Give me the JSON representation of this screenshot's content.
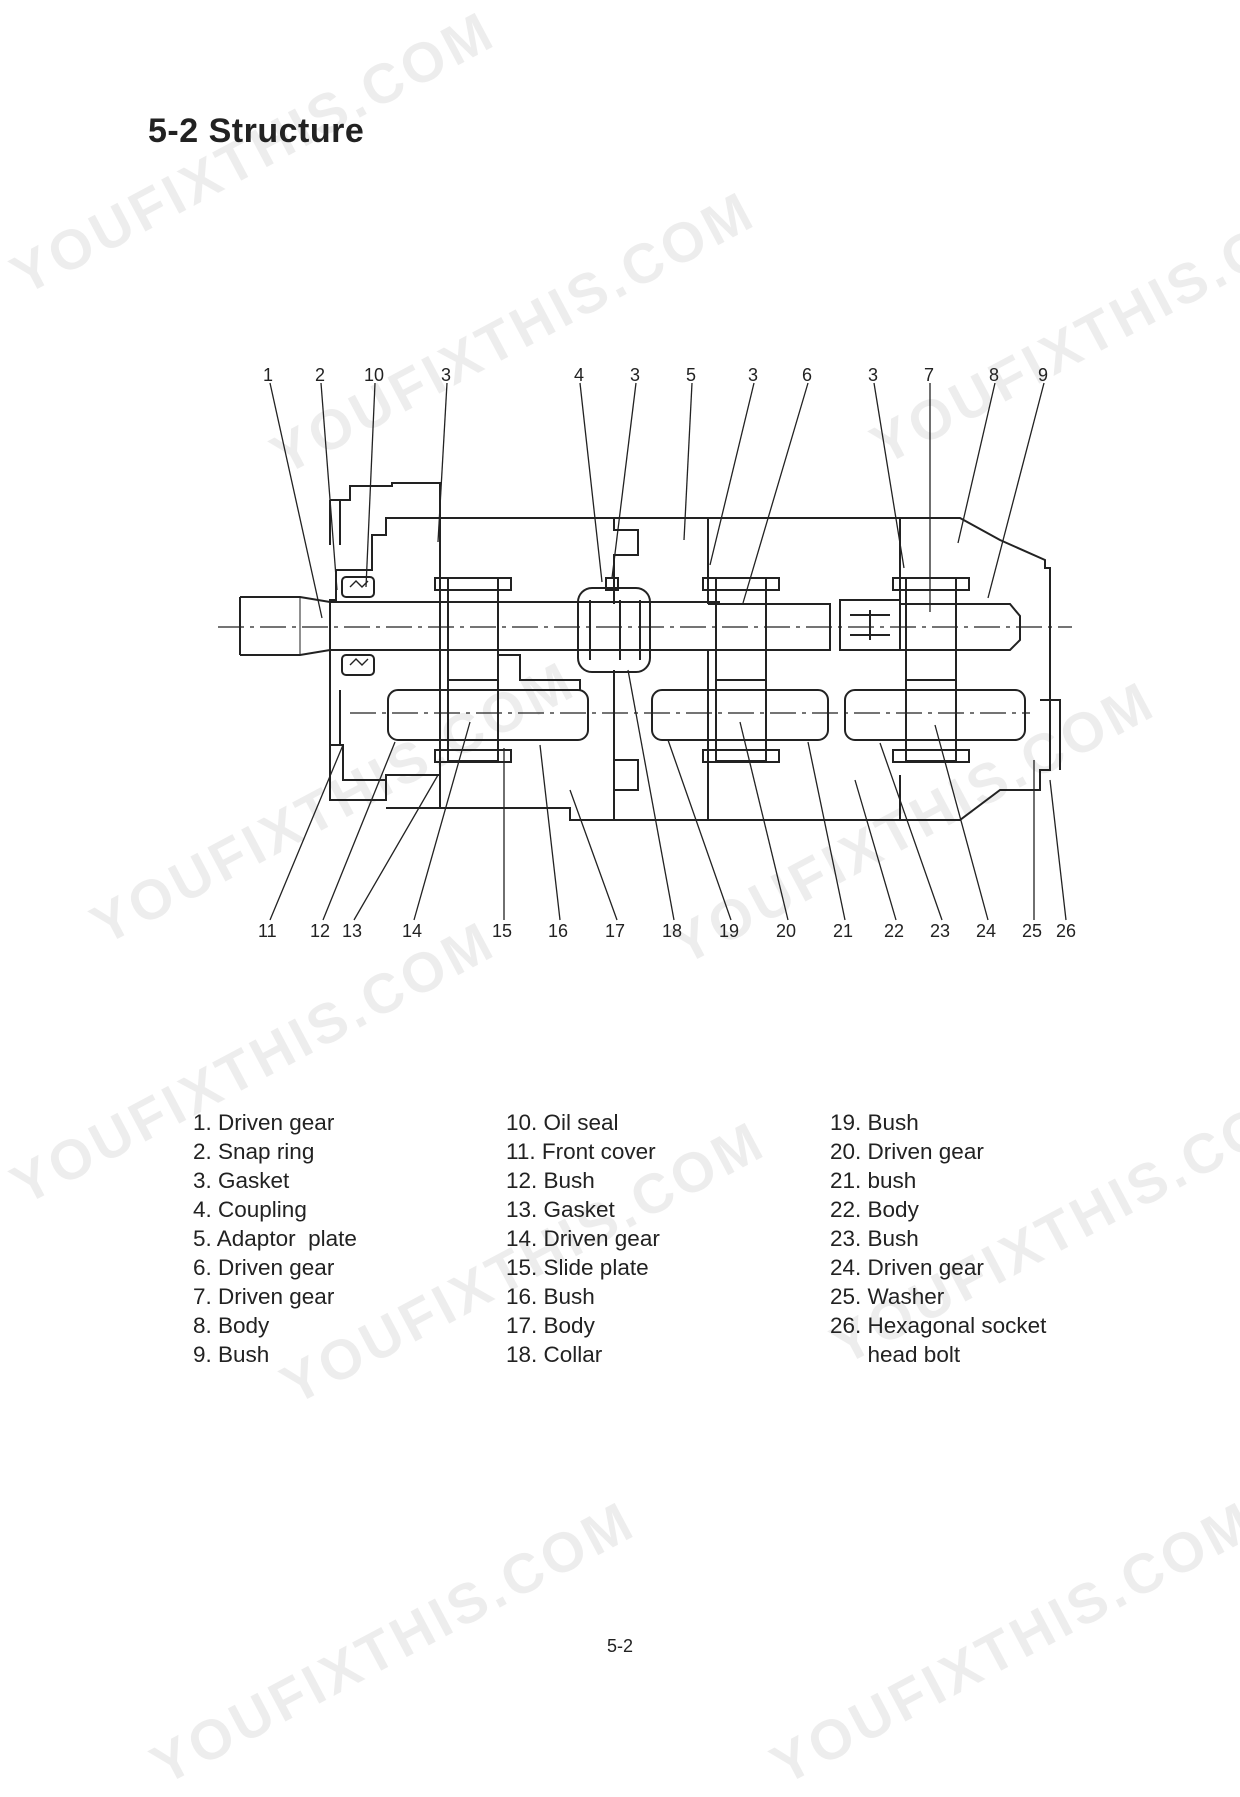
{
  "page": {
    "title": "5-2  Structure",
    "page_number": "5-2"
  },
  "callouts_top": [
    "1",
    "2",
    "10",
    "3",
    "4",
    "3",
    "5",
    "3",
    "6",
    "3",
    "7",
    "8",
    "9"
  ],
  "callouts_bottom": [
    "11",
    "12",
    "13",
    "14",
    "15",
    "16",
    "17",
    "18",
    "19",
    "20",
    "21",
    "22",
    "23",
    "24",
    "25",
    "26"
  ],
  "parts_list": {
    "column1": [
      "1. Driven gear",
      "2. Snap ring",
      "3. Gasket",
      "4. Coupling",
      "5. Adaptor  plate",
      "6. Driven gear",
      "7. Driven gear",
      "8. Body",
      "9. Bush"
    ],
    "column2": [
      "10. Oil seal",
      "11. Front cover",
      "12. Bush",
      "13. Gasket",
      "14. Driven gear",
      "15. Slide plate",
      "16. Bush",
      "17. Body",
      "18. Collar"
    ],
    "column3": [
      "19. Bush",
      "20. Driven gear",
      "21. bush",
      "22. Body",
      "23. Bush",
      "24. Driven gear",
      "25. Washer",
      "26. Hexagonal socket",
      "      head bolt"
    ]
  },
  "watermark": {
    "text": "YOUFIXTHIS.COM"
  }
}
